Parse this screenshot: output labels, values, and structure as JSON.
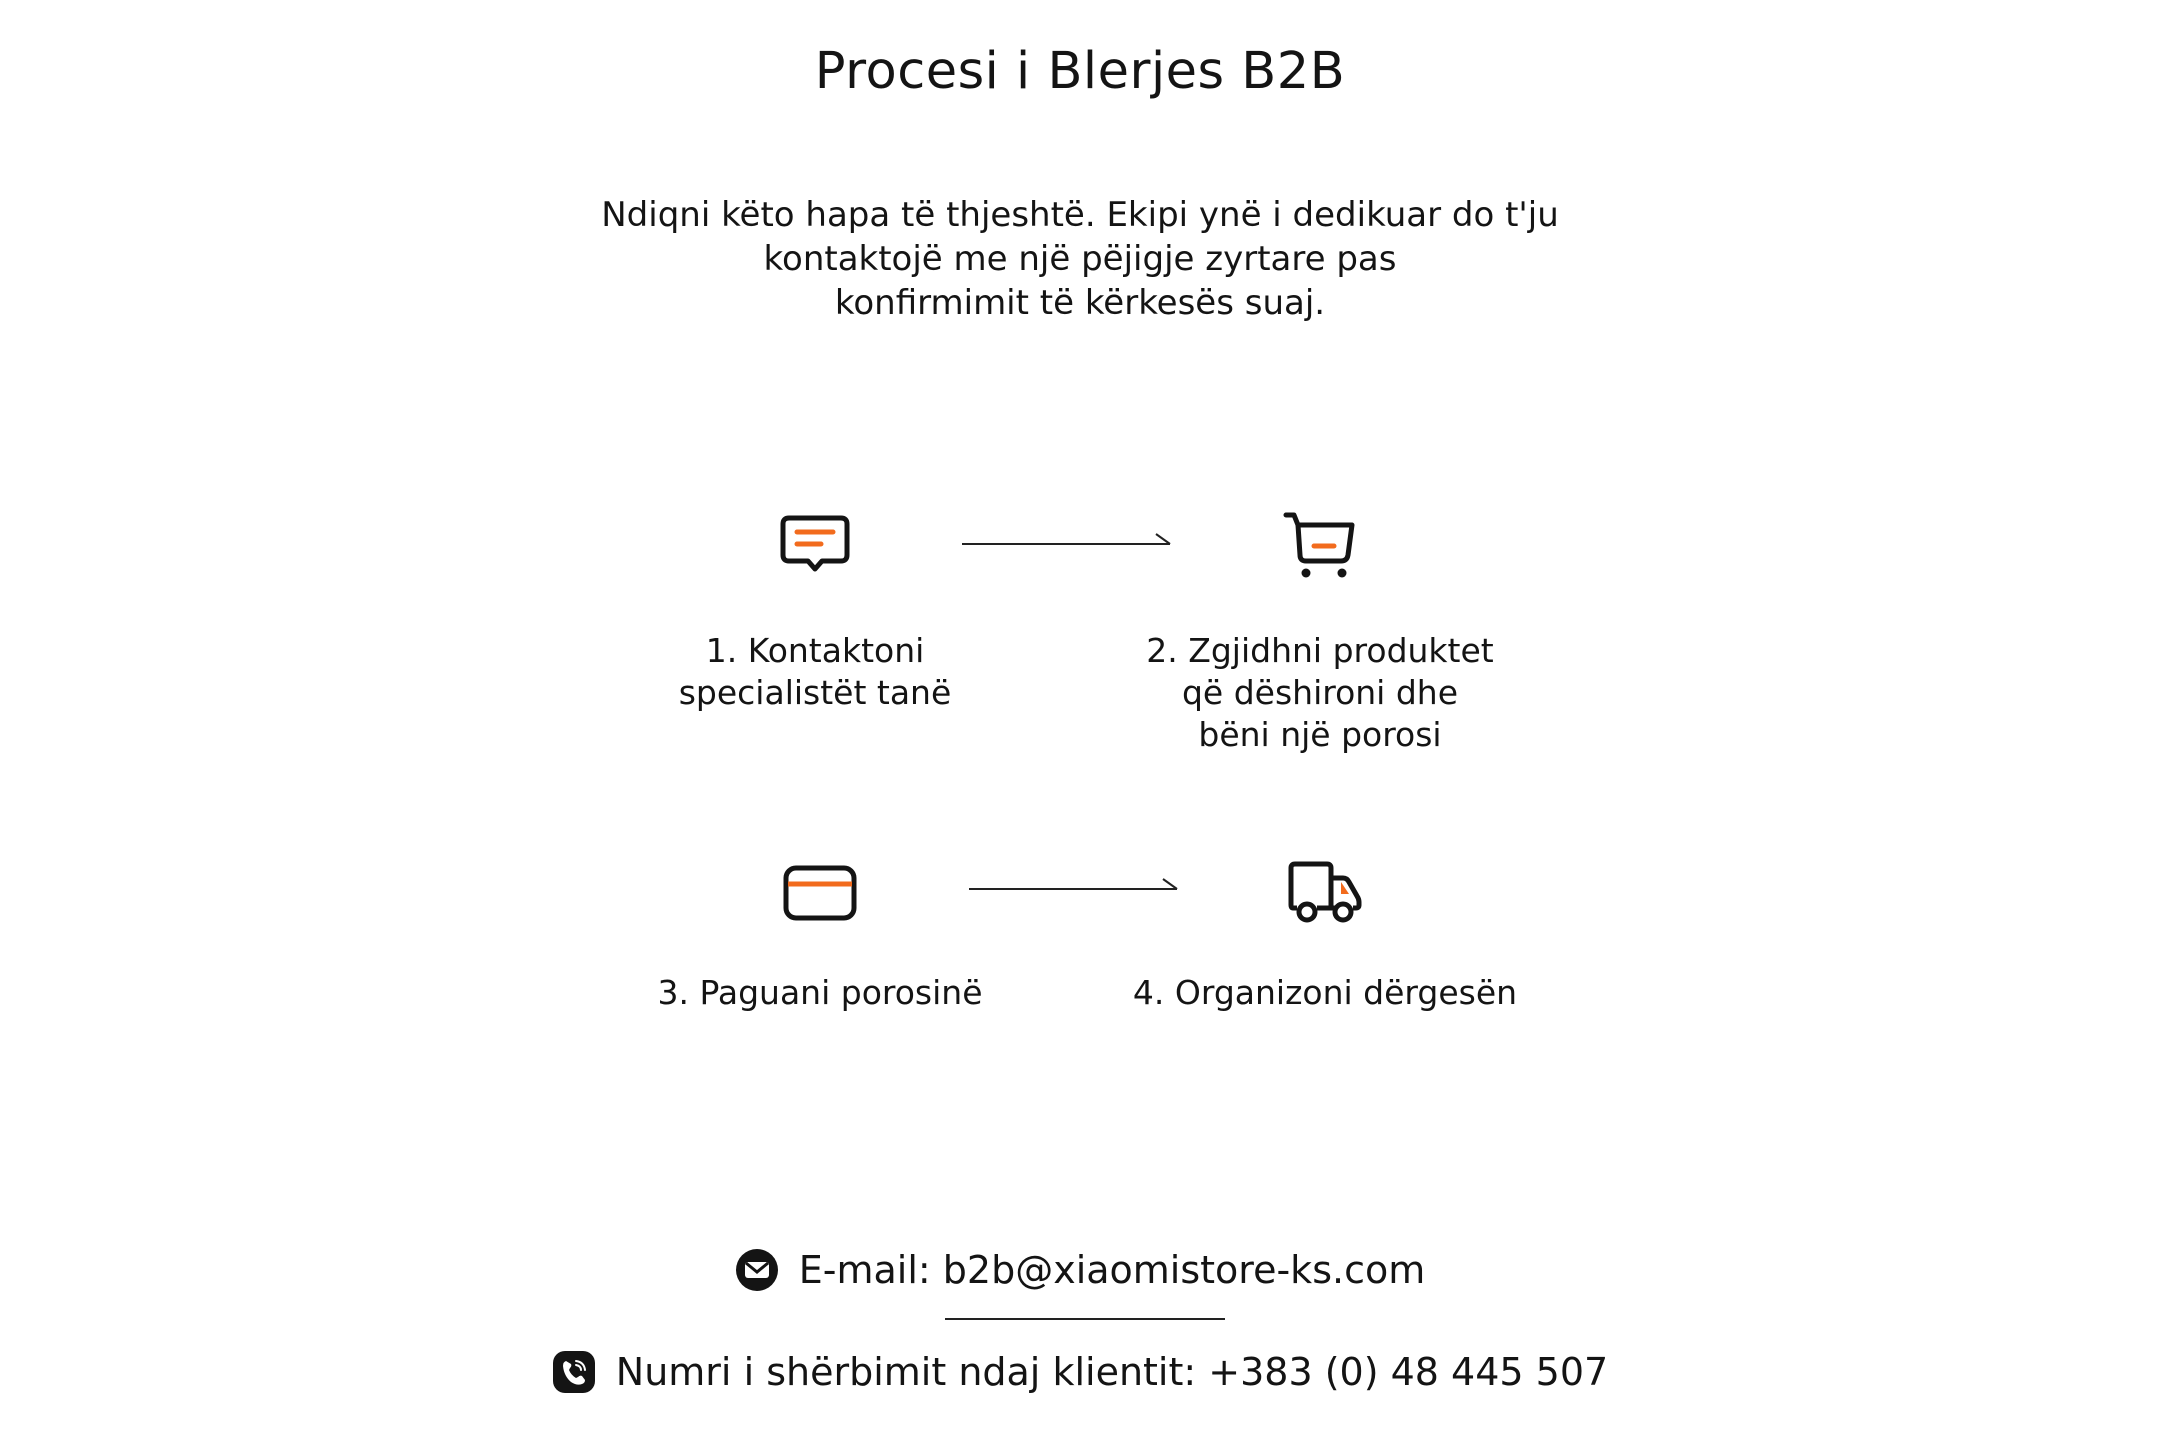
{
  "page": {
    "title": "Procesi i Blerjes B2B",
    "intro_lines": [
      "Ndiqni këto hapa të thjeshtë. Ekipi ynë i dedikuar do t'ju",
      "kontaktojë me një pëjigje zyrtare pas",
      "konfirmimit të kërkesës suaj."
    ]
  },
  "steps": [
    {
      "icon": "chat-bubble-icon",
      "lines": [
        "1. Kontaktoni",
        "specialistët tanë"
      ]
    },
    {
      "icon": "shopping-cart-icon",
      "lines": [
        "2. Zgjidhni produktet",
        "që dëshironi dhe",
        "bëni një porosi"
      ]
    },
    {
      "icon": "credit-card-icon",
      "lines": [
        "3. Paguani porosinë"
      ]
    },
    {
      "icon": "delivery-truck-icon",
      "lines": [
        "4. Organizoni dërgesën"
      ]
    }
  ],
  "contact": {
    "email_icon": "envelope-icon",
    "email_text": "E-mail: b2b@xiaomistore-ks.com",
    "phone_icon": "phone-icon",
    "phone_text": "Numri i shërbimit ndaj klientit: +383 (0) 48 445 507"
  },
  "colors": {
    "accent": "#F26B1D",
    "text": "#141414",
    "background": "#FFFFFF"
  }
}
